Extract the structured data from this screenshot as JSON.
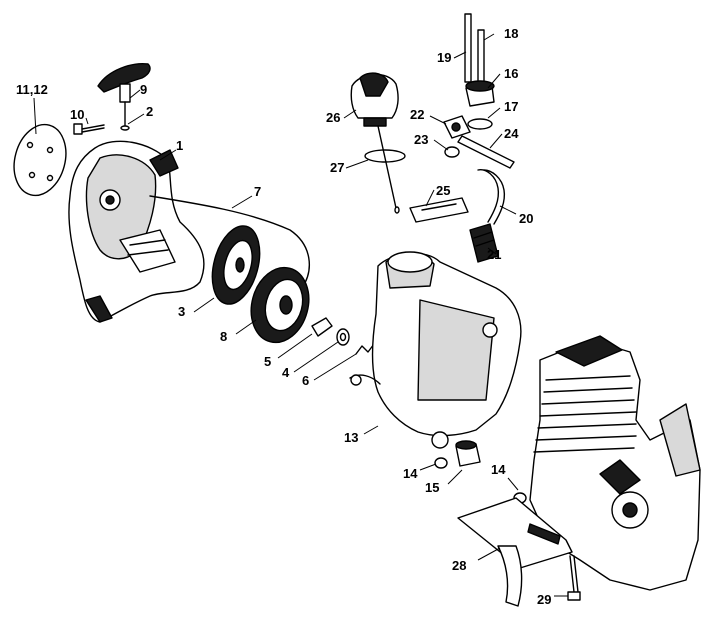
{
  "diagram": {
    "colors": {
      "line": "#000000",
      "background": "#ffffff",
      "shade": "#d9d9d9"
    },
    "callouts": [
      {
        "id": "c-11-12",
        "text": "11,12"
      },
      {
        "id": "c-10",
        "text": "10"
      },
      {
        "id": "c-9",
        "text": "9"
      },
      {
        "id": "c-2",
        "text": "2"
      },
      {
        "id": "c-1",
        "text": "1"
      },
      {
        "id": "c-7",
        "text": "7"
      },
      {
        "id": "c-3",
        "text": "3"
      },
      {
        "id": "c-8",
        "text": "8"
      },
      {
        "id": "c-5",
        "text": "5"
      },
      {
        "id": "c-4",
        "text": "4"
      },
      {
        "id": "c-6",
        "text": "6"
      },
      {
        "id": "c-26",
        "text": "26"
      },
      {
        "id": "c-27",
        "text": "27"
      },
      {
        "id": "c-25",
        "text": "25"
      },
      {
        "id": "c-19",
        "text": "19"
      },
      {
        "id": "c-18",
        "text": "18"
      },
      {
        "id": "c-16",
        "text": "16"
      },
      {
        "id": "c-17",
        "text": "17"
      },
      {
        "id": "c-22",
        "text": "22"
      },
      {
        "id": "c-23",
        "text": "23"
      },
      {
        "id": "c-24",
        "text": "24"
      },
      {
        "id": "c-20",
        "text": "20"
      },
      {
        "id": "c-21",
        "text": "21"
      },
      {
        "id": "c-13",
        "text": "13"
      },
      {
        "id": "c-14a",
        "text": "14"
      },
      {
        "id": "c-15",
        "text": "15"
      },
      {
        "id": "c-14b",
        "text": "14"
      },
      {
        "id": "c-28",
        "text": "28"
      },
      {
        "id": "c-29",
        "text": "29"
      }
    ]
  }
}
